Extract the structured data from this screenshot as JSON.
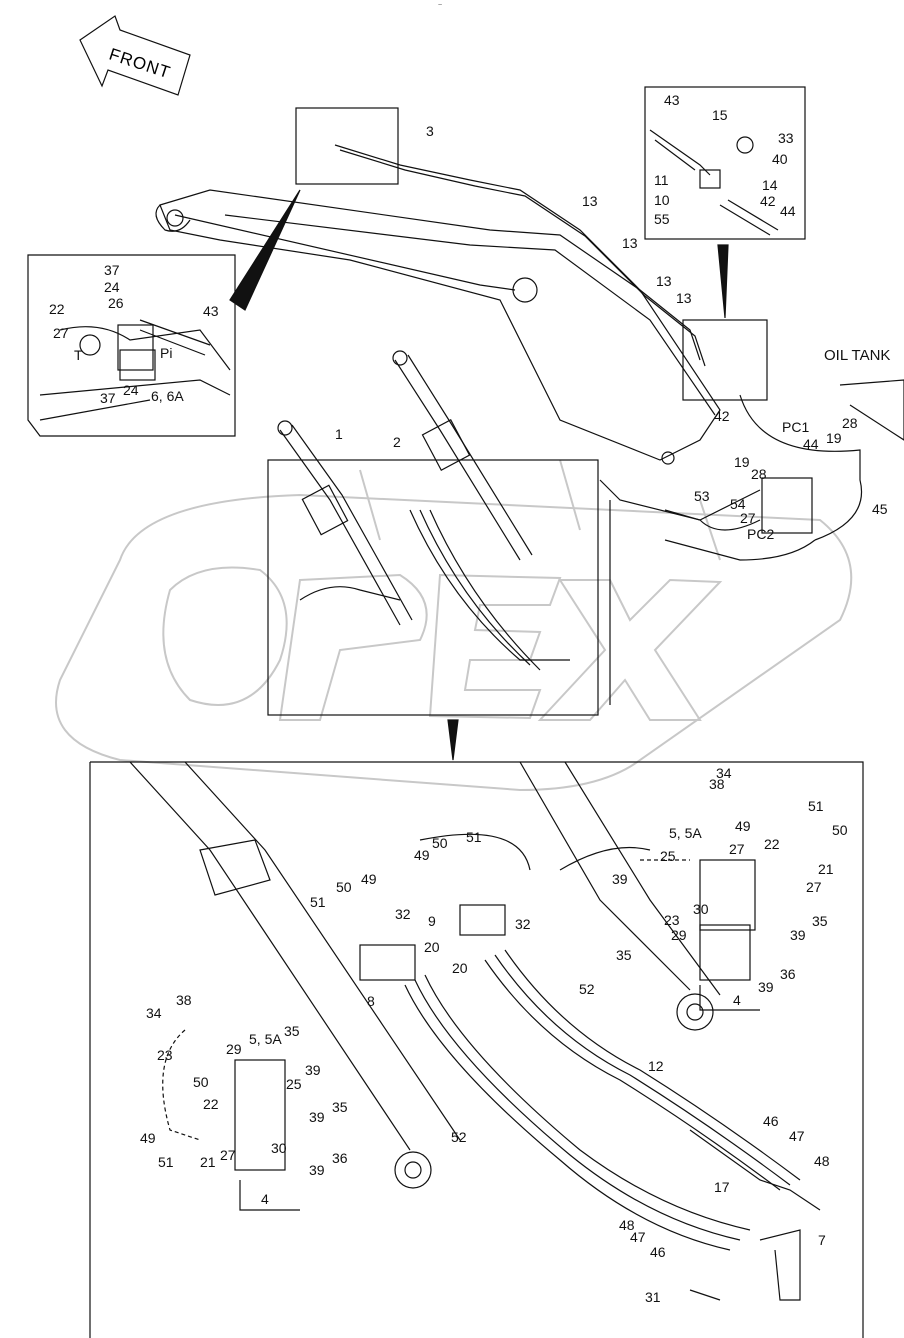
{
  "direction_label": "FRONT",
  "oil_tank_label": "OIL TANK",
  "watermark_text": "OPEX",
  "header_mark": "~",
  "callouts_overview": {
    "n1": "1",
    "n2": "2",
    "n3": "3",
    "n13a": "13",
    "n13b": "13",
    "n13c": "13",
    "n13d": "13",
    "n42": "42",
    "n44": "44",
    "n45": "45",
    "n53": "53",
    "n54": "54",
    "n27": "27",
    "n28a": "28",
    "n28b": "28",
    "n19a": "19",
    "n19b": "19",
    "pc1": "PC1",
    "pc2": "PC2"
  },
  "callouts_inset_left": {
    "n37a": "37",
    "n24a": "24",
    "n26": "26",
    "n22": "22",
    "n43": "43",
    "n27": "27",
    "t": "T",
    "pi": "Pi",
    "n24b": "24",
    "n37b": "37",
    "n6": "6, 6A"
  },
  "callouts_inset_right": {
    "n43": "43",
    "n15": "15",
    "n33": "33",
    "n40": "40",
    "n11": "11",
    "n14": "14",
    "n10": "10",
    "n42": "42",
    "n55": "55",
    "n44": "44"
  },
  "callouts_detail": {
    "n38a": "38",
    "n34a": "34",
    "n51a": "51",
    "n49a": "49",
    "n50a": "50",
    "n5a": "5, 5A",
    "n27a": "27",
    "n22a": "22",
    "n21a": "21",
    "n27b": "27",
    "n35a": "35",
    "n39a": "39",
    "n36a": "36",
    "n39b": "39",
    "n4a": "4",
    "n25a": "25",
    "n39c": "39",
    "n23a": "23",
    "n30a": "30",
    "n29a": "29",
    "n35b": "35",
    "n52a": "52",
    "n50b": "50",
    "n51b": "51",
    "n49b": "49",
    "n9": "9",
    "n32a": "32",
    "n20a": "20",
    "n50c": "50",
    "n49c": "49",
    "n51c": "51",
    "n32b": "32",
    "n20b": "20",
    "n8": "8",
    "n34b": "34",
    "n38b": "38",
    "n23b": "23",
    "n29b": "29",
    "n5b": "5, 5A",
    "n35c": "35",
    "n50d": "50",
    "n25b": "25",
    "n39d": "39",
    "n39e": "39",
    "n35d": "35",
    "n22b": "22",
    "n49d": "49",
    "n51d": "51",
    "n21b": "21",
    "n27c": "27",
    "n30b": "30",
    "n39f": "39",
    "n36b": "36",
    "n4b": "4",
    "n52b": "52",
    "n12": "12",
    "n46a": "46",
    "n47a": "47",
    "n48a": "48",
    "n17": "17",
    "n48b": "48",
    "n47b": "47",
    "n46b": "46",
    "n7": "7",
    "n31": "31"
  },
  "colors": {
    "line": "#111111",
    "watermark": "#c8c8c8"
  }
}
